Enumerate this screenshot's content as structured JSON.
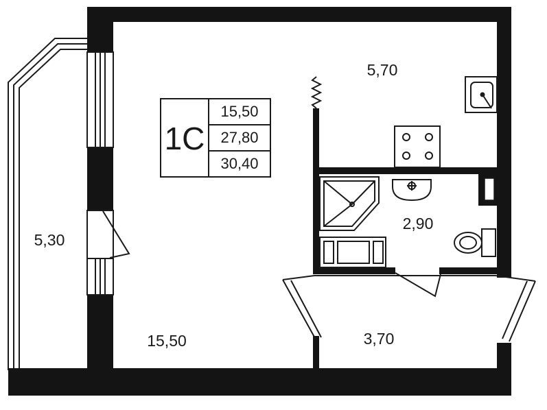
{
  "plan": {
    "unit_code": "1С",
    "summary": {
      "living_area": "15,50",
      "total_area": "27,80",
      "total_with_balcony": "30,40"
    },
    "rooms": {
      "room": "15,50",
      "kitchen": "5,70",
      "bathroom": "2,90",
      "hall": "3,70",
      "balcony": "5,30"
    },
    "colors": {
      "wall": "#141414",
      "line": "#1a1a1a",
      "background": "#ffffff"
    }
  }
}
